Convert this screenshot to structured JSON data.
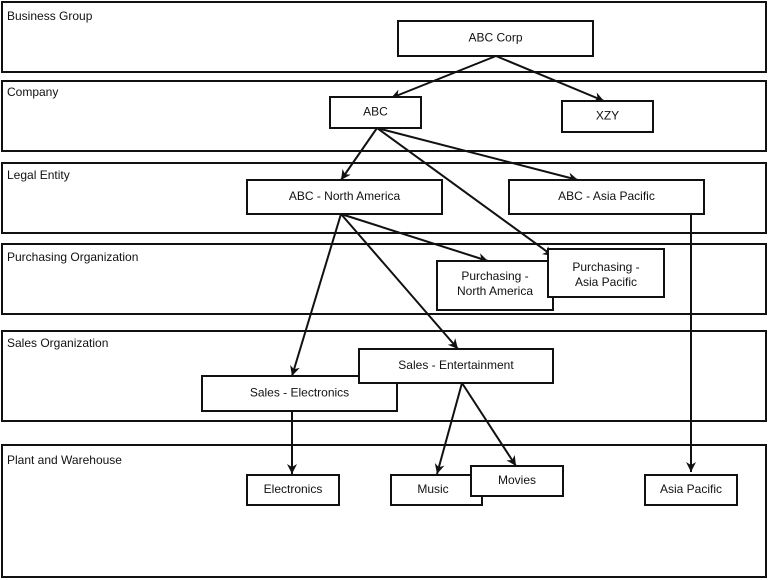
{
  "levels": {
    "business_group": "Business Group",
    "company": "Company",
    "legal_entity": "Legal Entity",
    "purchasing_organization": "Purchasing Organization",
    "sales_organization": "Sales Organization",
    "plant_and_warehouse": "Plant and Warehouse"
  },
  "nodes": {
    "abc_corp": "ABC Corp",
    "abc": "ABC",
    "xzy": "XZY",
    "abc_north_america": "ABC - North America",
    "abc_asia_pacific": "ABC - Asia Pacific",
    "purchasing_north_america": {
      "line1": "Purchasing -",
      "line2": "North America"
    },
    "purchasing_asia_pacific": {
      "line1": "Purchasing -",
      "line2": "Asia Pacific"
    },
    "sales_entertainment": "Sales - Entertainment",
    "sales_electronics": "Sales - Electronics",
    "electronics": "Electronics",
    "music": "Music",
    "movies": "Movies",
    "asia_pacific": "Asia Pacific"
  },
  "edges": [
    {
      "from": "ABC Corp",
      "to": "ABC"
    },
    {
      "from": "ABC Corp",
      "to": "XZY"
    },
    {
      "from": "ABC",
      "to": "ABC - North America"
    },
    {
      "from": "ABC",
      "to": "ABC - Asia Pacific"
    },
    {
      "from": "ABC",
      "to": "Purchasing - Asia Pacific"
    },
    {
      "from": "ABC - North America",
      "to": "Purchasing - North America"
    },
    {
      "from": "ABC - North America",
      "to": "Sales - Entertainment"
    },
    {
      "from": "ABC - North America",
      "to": "Sales - Electronics"
    },
    {
      "from": "ABC - Asia Pacific",
      "to": "Asia Pacific"
    },
    {
      "from": "Sales - Electronics",
      "to": "Electronics"
    },
    {
      "from": "Sales - Entertainment",
      "to": "Music"
    },
    {
      "from": "Sales - Entertainment",
      "to": "Movies"
    }
  ],
  "colors": {
    "stroke": "#111111",
    "background": "#ffffff"
  }
}
